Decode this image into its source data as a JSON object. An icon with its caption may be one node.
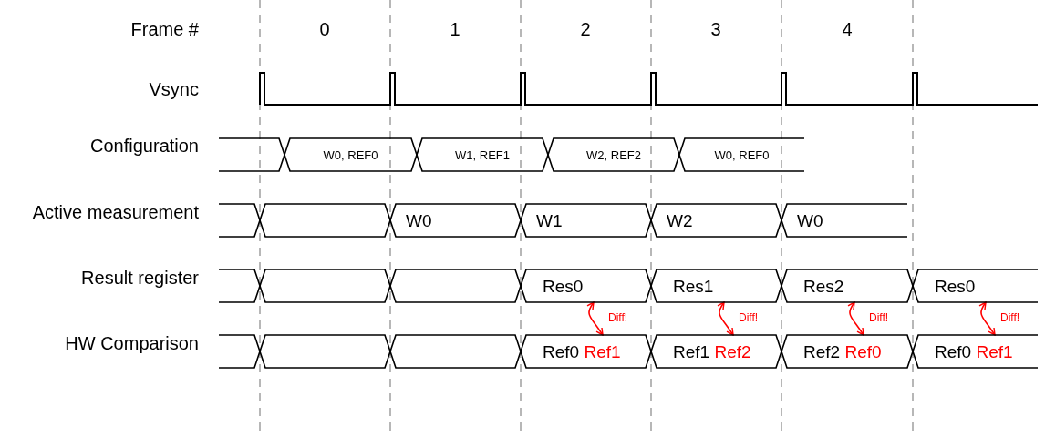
{
  "diagram": {
    "nodes": [
      {
        "text": [],
        "shape": "hexagon"
      },
      {
        "text": [
          "W0, REF0"
        ]
      },
      {
        "text": [
          "W1, REF1"
        ]
      },
      {
        "text": [
          "W2, REF2"
        ]
      },
      {
        "text": [
          "W0, REF0"
        ]
      },
      {
        "text": [],
        "shape": "hexagon"
      },
      {
        "text": [],
        "shape": "hexagon"
      },
      {
        "text": [
          "W0"
        ]
      },
      {
        "text": [
          "W1"
        ]
      },
      {
        "text": [
          "W2"
        ]
      },
      {
        "text": [
          "W0"
        ]
      },
      {
        "text": [],
        "shape": "hexagon"
      },
      {
        "text": [],
        "shape": "hexagon"
      },
      {
        "text": [],
        "shape": "hexagon"
      },
      {
        "text": [
          "Res0"
        ]
      },
      {
        "text": [
          "Res1"
        ]
      },
      {
        "text": [
          "Res2"
        ]
      },
      {
        "text": [
          "Res0"
        ]
      },
      {
        "text": [],
        "shape": "hexagon"
      },
      {
        "text": [],
        "shape": "hexagon"
      },
      {
        "text": [],
        "shape": "hexagon"
      },
      {
        "text": [
          "Ref0",
          "Ref1"
        ]
      },
      {
        "text": [
          "Ref1",
          "Ref2"
        ]
      },
      {
        "text": [
          "Ref2",
          "Ref0"
        ]
      },
      {
        "text": [
          "Ref0",
          "Ref1"
        ]
      }
    ],
    "edges": [
      {
        "from": 14,
        "to": 21,
        "arrow": "both",
        "label": "Diff!"
      },
      {
        "from": 15,
        "to": 22,
        "arrow": "both",
        "label": "Diff!"
      },
      {
        "from": 16,
        "to": 23,
        "arrow": "both",
        "label": "Diff!"
      },
      {
        "from": 17,
        "to": 24,
        "arrow": "both",
        "label": "Diff!"
      }
    ],
    "labels": [
      "Frame #",
      "0",
      "1",
      "2",
      "3",
      "4",
      "Vsync",
      "Configuration",
      "Active measurement",
      "Result register",
      "HW Comparison"
    ]
  }
}
